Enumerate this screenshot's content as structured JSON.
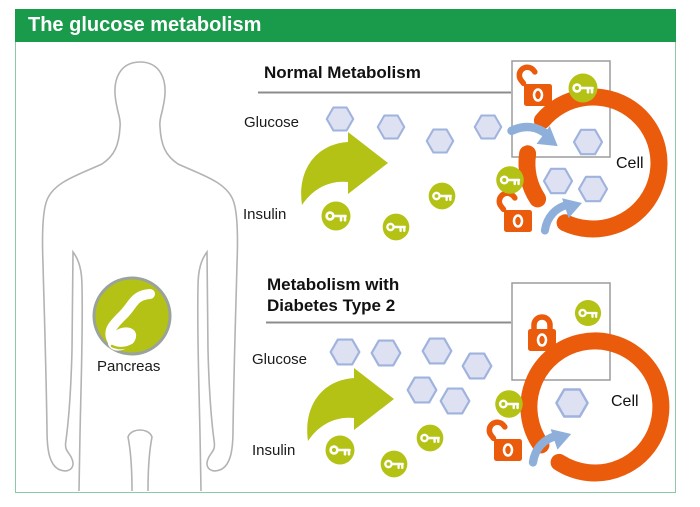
{
  "page": {
    "title": "The glucose metabolism"
  },
  "anatomy": {
    "pancreas_label": "Pancreas"
  },
  "sections": {
    "normal": {
      "title": "Normal Metabolism",
      "glucose_label": "Glucose",
      "insulin_label": "Insulin",
      "cell_label": "Cell",
      "glucose_hexagons_outside": 4,
      "hexagons_inside_cell": 3,
      "insulin_keys": 5,
      "open_locks": 2,
      "closed_locks": 0,
      "glucose_entry_arrows": 2
    },
    "diabetes": {
      "title_line1": "Metabolism with",
      "title_line2": "Diabetes Type 2",
      "glucose_label": "Glucose",
      "insulin_label": "Insulin",
      "cell_label": "Cell",
      "glucose_hexagons_outside": 6,
      "hexagons_inside_cell": 1,
      "insulin_keys": 5,
      "open_locks": 1,
      "closed_locks": 1,
      "glucose_entry_arrows": 1
    }
  },
  "colors": {
    "header_green": "#1a9b4b",
    "frame_border_green": "#8cc8a4",
    "accent_green": "#b4c216",
    "orange": "#ea5b0c",
    "glucose_hex_fill": "#dde1f1",
    "glucose_hex_stroke": "#9fb3de",
    "entry_arrow_blue": "#8fafdb",
    "divider_gray": "#8c8c8c",
    "body_outline_gray": "#b3b3b3"
  },
  "icons": {
    "pancreas": "pancreas-icon",
    "insulin": "key-icon",
    "receptor_open": "lock-open-icon",
    "receptor_blocked": "lock-closed-icon",
    "glucose": "hexagon-icon",
    "secretion": "green-curved-arrow-icon",
    "glucose_entry": "blue-curved-arrow-icon"
  }
}
